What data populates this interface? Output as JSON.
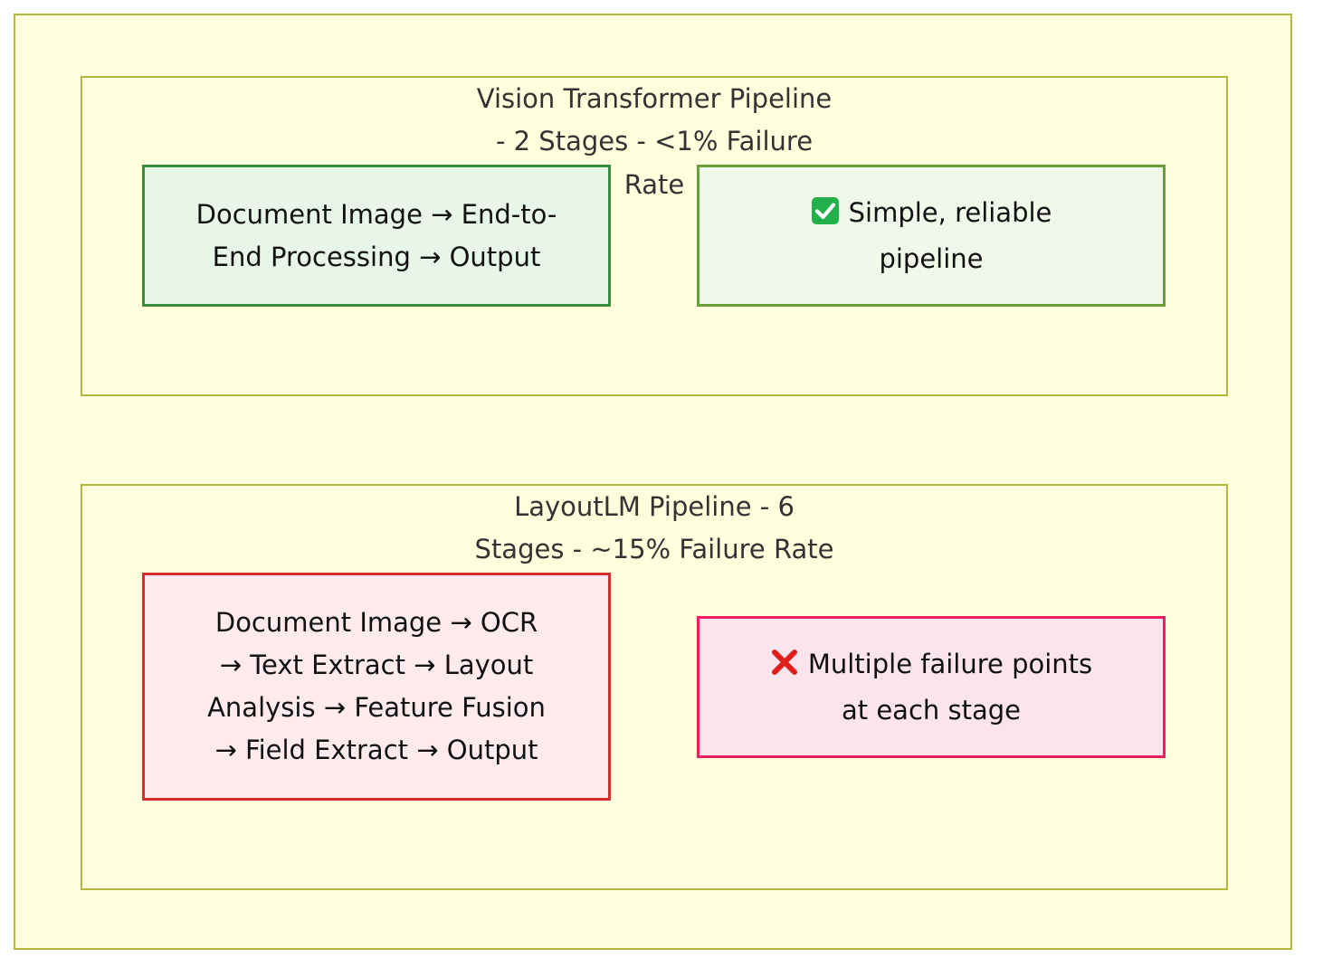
{
  "groups": {
    "vit": {
      "title": "Vision Transformer Pipeline - 2 Stages - <1% Failure Rate",
      "title_line1": "Vision Transformer Pipeline",
      "title_line2": "- 2 Stages - <1% Failure",
      "title_line3": "Rate",
      "process_node": {
        "line1": "Document Image → End-to-",
        "line2": "End Processing → Output"
      },
      "result_node": {
        "icon": "check-mark-icon",
        "line1": "Simple, reliable",
        "line2": "pipeline"
      }
    },
    "layoutlm": {
      "title": "LayoutLM Pipeline - 6 Stages - ~15% Failure Rate",
      "title_line1": "LayoutLM Pipeline - 6",
      "title_line2": "Stages - ~15% Failure Rate",
      "process_node": {
        "line1": "Document Image → OCR",
        "line2": "→ Text Extract → Layout",
        "line3": "Analysis → Feature Fusion",
        "line4": "→ Field Extract → Output"
      },
      "result_node": {
        "icon": "cross-mark-icon",
        "line1": "Multiple failure points",
        "line2": "at each stage"
      }
    }
  },
  "colors": {
    "background": "#ffffde",
    "group_border": "#b5b53f",
    "success_fill": "#e8f5e9",
    "success_border": "#388e3c",
    "success_alt_fill": "#f1f8e9",
    "success_alt_border": "#689f38",
    "failure_fill": "#ffebee",
    "failure_border": "#d32f2f",
    "failure_alt_fill": "#fce4ec",
    "failure_alt_border": "#e91e63"
  }
}
